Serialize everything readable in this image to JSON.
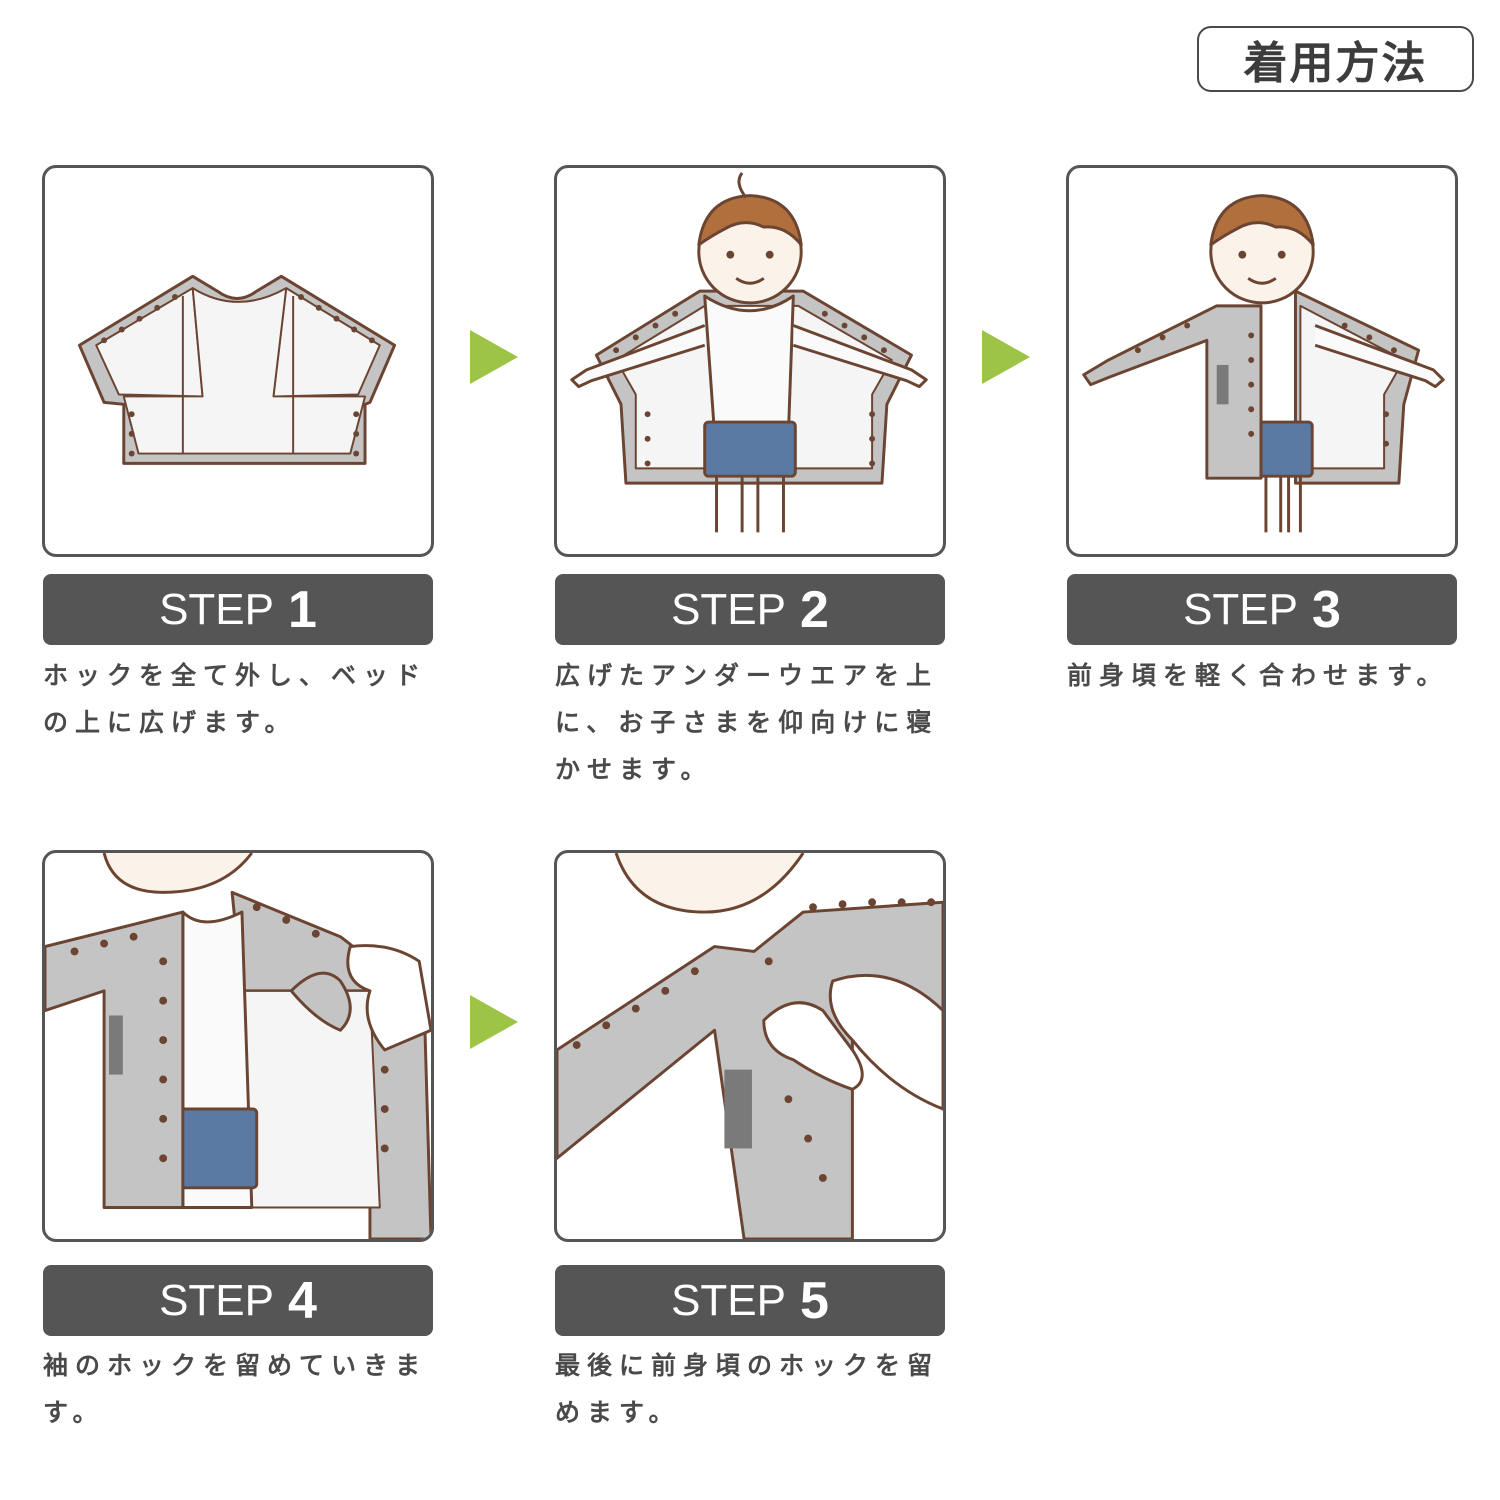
{
  "title": "着用方法",
  "colors": {
    "accent_arrow": "#9ec447",
    "step_bar": "#555555",
    "hair": "#b06f3c",
    "shorts": "#5b7aa3",
    "garment": "#c4c4c4",
    "outline": "#6b4432"
  },
  "steps": [
    {
      "word": "STEP",
      "num": "1",
      "text": "ホックを全て外し、ベッドの上に広げます。"
    },
    {
      "word": "STEP",
      "num": "2",
      "text": "広げたアンダーウエアを上に、お子さまを仰向けに寝かせます。"
    },
    {
      "word": "STEP",
      "num": "3",
      "text": "前身頃を軽く合わせます。"
    },
    {
      "word": "STEP",
      "num": "4",
      "text": "袖のホックを留めていきます。"
    },
    {
      "word": "STEP",
      "num": "5",
      "text": "最後に前身頃のホックを留めます。"
    }
  ]
}
